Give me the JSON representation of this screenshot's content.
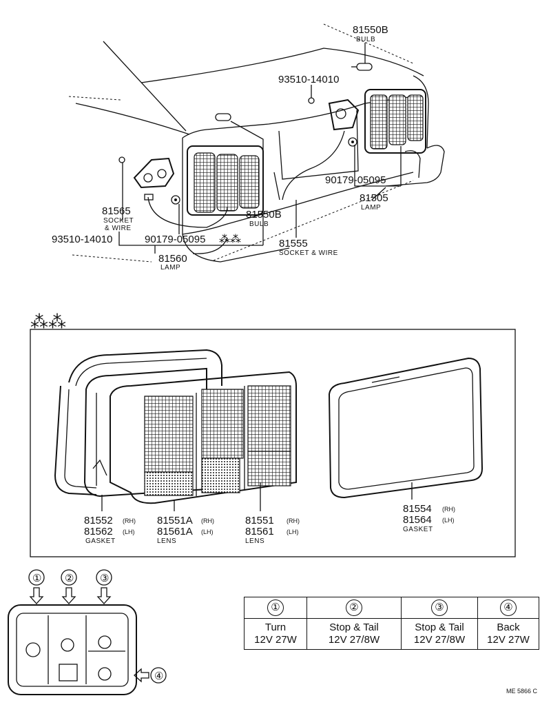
{
  "top": {
    "bulb_top": {
      "num": "81550B",
      "name": "BULB"
    },
    "clip_top": {
      "num": "93510-14010"
    },
    "socket_left": {
      "num": "81565",
      "name1": "SOCKET",
      "name2": "& WIRE"
    },
    "bulb_mid": {
      "num": "81550B",
      "name": "BULB"
    },
    "clip_left": {
      "num": "93510-14010"
    },
    "screw_left": {
      "num": "90179-05095"
    },
    "marks_left": "⁂⁂",
    "lamp_left": {
      "num": "81560",
      "name": "LAMP"
    },
    "socket_right": {
      "num": "81555",
      "name": "SOCKET & WIRE"
    },
    "screw_right": {
      "num": "90179-05095"
    },
    "lamp_right": {
      "num": "81505",
      "name": "LAMP"
    }
  },
  "detail": {
    "marks": "⁂⁂",
    "gasket_left": {
      "num1": "81552",
      "side1": "(RH)",
      "num2": "81562",
      "side2": "(LH)",
      "name": "GASKET"
    },
    "lens_a": {
      "num1": "81551A",
      "side1": "(RH)",
      "num2": "81561A",
      "side2": "(LH)",
      "name": "LENS"
    },
    "lens_b": {
      "num1": "81551",
      "side1": "(RH)",
      "num2": "81561",
      "side2": "(LH)",
      "name": "LENS"
    },
    "gasket_right": {
      "num1": "81554",
      "side1": "(RH)",
      "num2": "81564",
      "side2": "(LH)",
      "name": "GASKET"
    }
  },
  "legend": {
    "callouts": [
      "①",
      "②",
      "③",
      "④"
    ]
  },
  "table": {
    "headers": [
      "①",
      "②",
      "③",
      "④"
    ],
    "rows": [
      {
        "name": "Turn",
        "spec": "12V 27W"
      },
      {
        "name": "Stop & Tail",
        "spec": "12V 27/8W"
      },
      {
        "name": "Stop & Tail",
        "spec": "12V 27/8W"
      },
      {
        "name": "Back",
        "spec": "12V 27W"
      }
    ]
  },
  "footer_code": "ME 5866 C"
}
